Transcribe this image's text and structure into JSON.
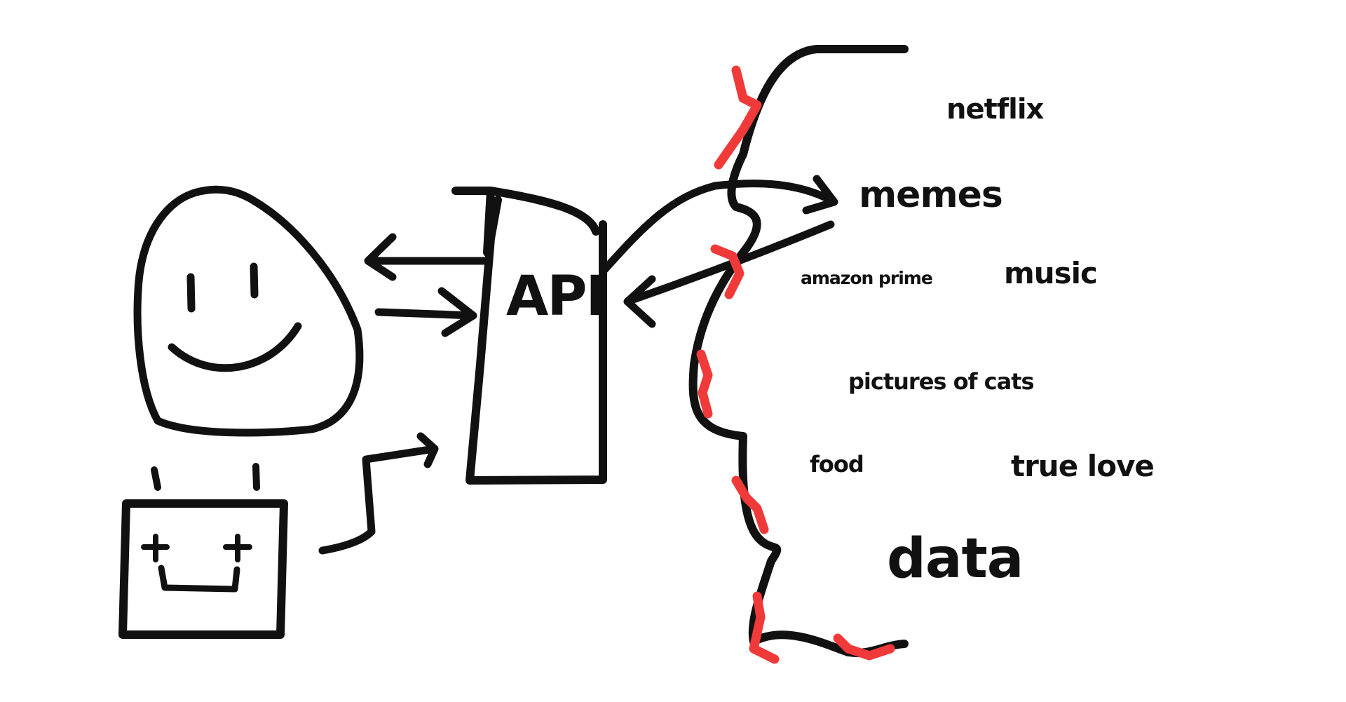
{
  "diagram": {
    "api_label": "API",
    "items": {
      "netflix": "netflix",
      "memes": "memes",
      "amazon_prime": "amazon prime",
      "music": "music",
      "pictures_of_cats": "pictures of cats",
      "food": "food",
      "true_love": "true love",
      "data": "data"
    },
    "colors": {
      "ink": "#111111",
      "accent": "#f03a3a",
      "background": "#ffffff"
    }
  }
}
